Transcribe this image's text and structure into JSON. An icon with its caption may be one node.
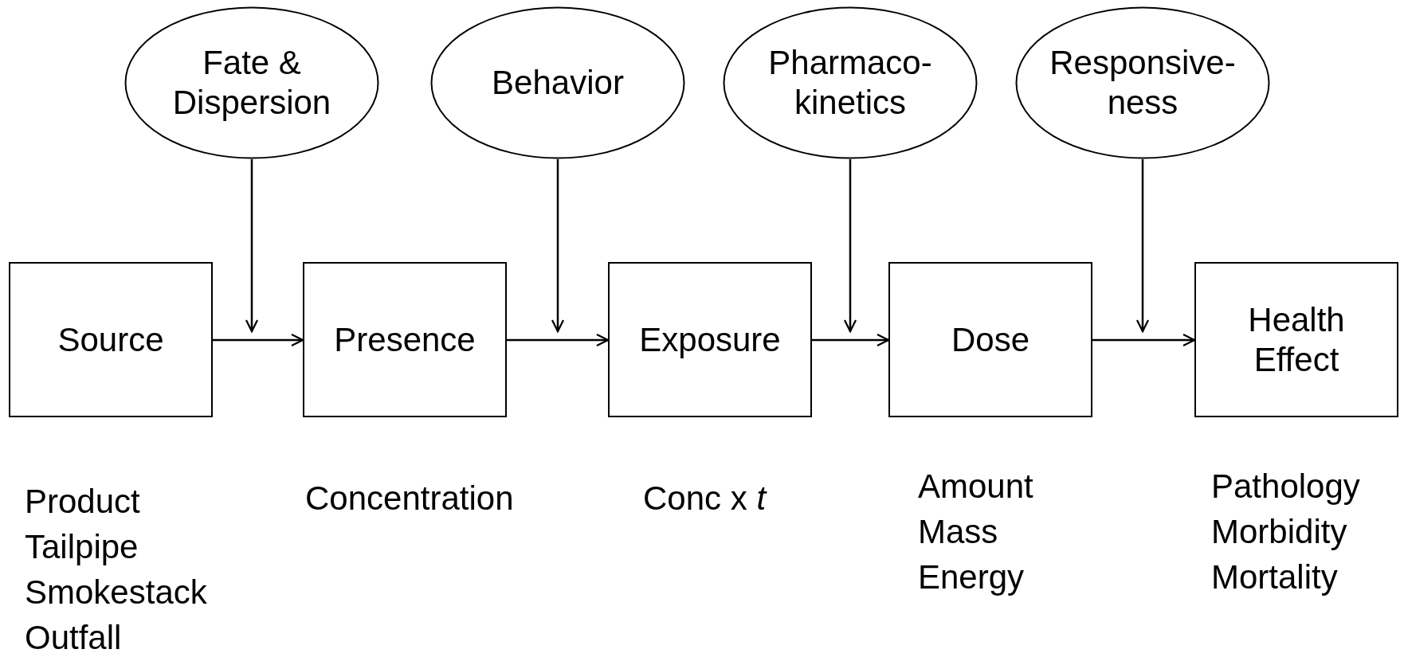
{
  "diagram": {
    "nodes": [
      {
        "text": [
          "Fate & Dispersion"
        ]
      },
      {
        "text": [
          "Behavior"
        ]
      },
      {
        "text": [
          "Pharmaco-kinetics"
        ]
      },
      {
        "text": [
          "Responsive-ness"
        ]
      },
      {
        "text": [
          "Source"
        ]
      },
      {
        "text": [
          "Presence"
        ]
      },
      {
        "text": [
          "Exposure"
        ]
      },
      {
        "text": [
          "Dose"
        ]
      },
      {
        "text": [
          "Health Effect"
        ]
      }
    ],
    "edges": [
      {
        "from": 4,
        "to": 5,
        "arrow": "to"
      },
      {
        "from": 5,
        "to": 6,
        "arrow": "to"
      },
      {
        "from": 6,
        "to": 7,
        "arrow": "to"
      },
      {
        "from": 7,
        "to": 8,
        "arrow": "to"
      },
      {
        "from": 0,
        "to": null,
        "arrow": "to"
      },
      {
        "from": 1,
        "to": null,
        "arrow": "to"
      },
      {
        "from": 2,
        "to": null,
        "arrow": "to"
      },
      {
        "from": 3,
        "to": null,
        "arrow": "to"
      }
    ],
    "labels": [
      "Product",
      "Tailpipe",
      "Smokestack",
      "Outfall",
      "Concentration",
      "Conc x *t*",
      "Amount",
      "Mass",
      "Energy",
      "Pathology",
      "Morbidity",
      "Mortality"
    ]
  }
}
